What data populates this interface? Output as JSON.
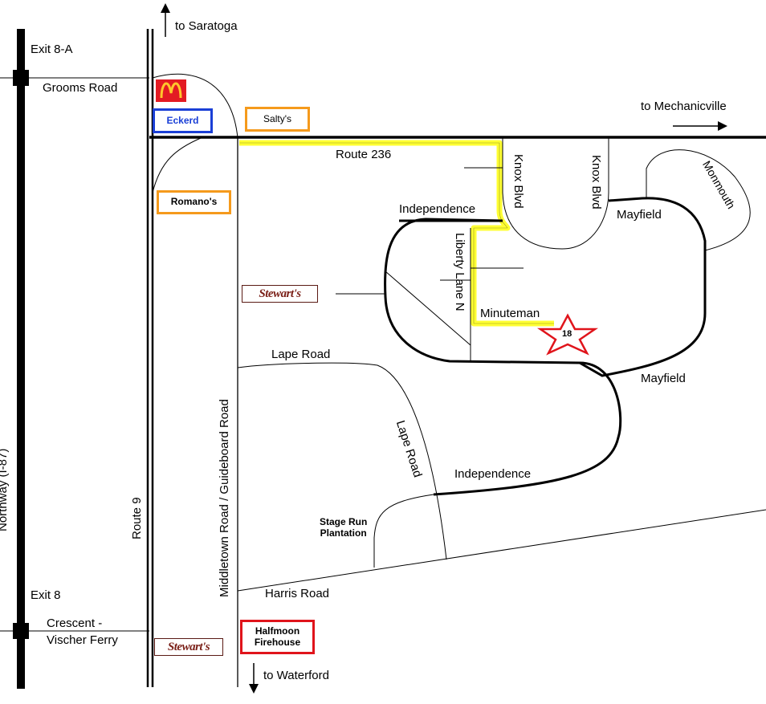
{
  "labels": {
    "to_saratoga": "to Saratoga",
    "to_mechanicville": "to Mechanicville",
    "to_waterford": "to Waterford",
    "exit_8a": "Exit 8-A",
    "grooms_road": "Grooms Road",
    "exit_8": "Exit 8",
    "crescent_line1": "Crescent -",
    "crescent_line2": "Vischer Ferry",
    "northway": "Northway (I-87)",
    "route_9": "Route 9",
    "middletown": "Middletown Road / Guideboard Road",
    "route_236": "Route 236",
    "knox_blvd_1": "Knox Blvd",
    "knox_blvd_2": "Knox Blvd",
    "independence_top": "Independence",
    "independence_bottom": "Independence",
    "liberty_lane": "Liberty Lane N",
    "minuteman": "Minuteman",
    "mayfield_top": "Mayfield",
    "mayfield_bottom": "Mayfield",
    "monmouth": "Monmouth",
    "lape_road_h": "Lape Road",
    "lape_road_v": "Lape Road",
    "stage_run_line1": "Stage Run",
    "stage_run_line2": "Plantation",
    "harris_road": "Harris Road",
    "destination_number": "18"
  },
  "places": {
    "eckerd": "Eckerd",
    "saltys": "Salty's",
    "romanos": "Romano's",
    "stewarts_1": "Stewart's",
    "stewarts_2": "Stewart's",
    "firehouse_line1": "Halfmoon",
    "firehouse_line2": "Firehouse"
  },
  "icons": {
    "mcdonalds": "mcdonalds-logo",
    "destination": "red-star-icon",
    "arrow_up": "arrow-up-icon",
    "arrow_right": "arrow-right-icon",
    "arrow_down": "arrow-down-icon"
  },
  "colors": {
    "route_highlight": "#ffff33",
    "eckerd_border": "#1a3fd6",
    "eckerd_text": "#1a3fd6",
    "orange_border": "#f59a1c",
    "firehouse_border": "#e0141b",
    "star": "#e0141b",
    "mcdonalds_red": "#e31b23",
    "mcdonalds_gold": "#ffc72c"
  }
}
